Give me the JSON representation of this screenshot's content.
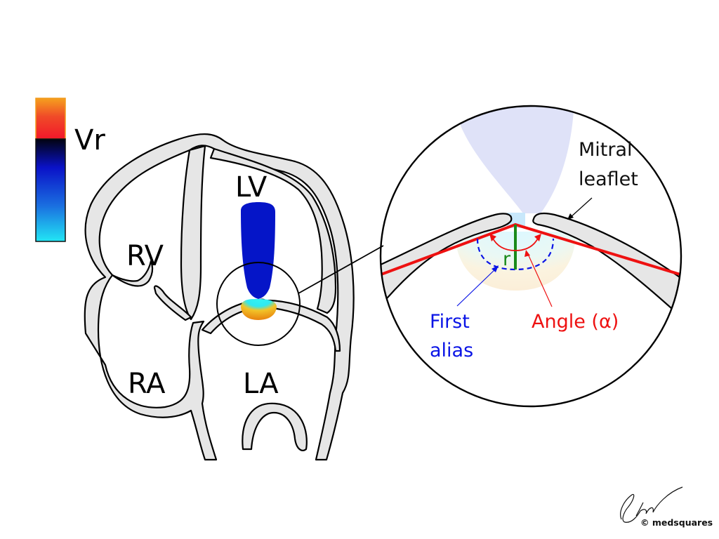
{
  "colorbar": {
    "label": "Vr",
    "positive_colors": [
      "#f5a01e",
      "#f03a2a",
      "#f2182a"
    ],
    "negative_colors": [
      "#02030f",
      "#0a12c8",
      "#1a6ee0",
      "#22e2f2"
    ]
  },
  "chambers": {
    "rv": "RV",
    "lv": "LV",
    "ra": "RA",
    "la": "LA"
  },
  "magnified_view": {
    "mitral_leaflet_label_line1": "Mitral",
    "mitral_leaflet_label_line2": "leaflet",
    "radius_label": "r",
    "first_alias_line1": "First",
    "first_alias_line2": "alias",
    "angle_label": "Angle (α)"
  },
  "colors": {
    "flow_jet": "#0515c8",
    "pisa_core": "#30f0f0",
    "pisa_rim": "#f0a020",
    "angle": "#ee1111",
    "first_alias": "#0a14e6",
    "radius": "#1a8a1a",
    "wall_fill": "#e6e6e6"
  },
  "credit": {
    "copyright": "© medsquares"
  }
}
